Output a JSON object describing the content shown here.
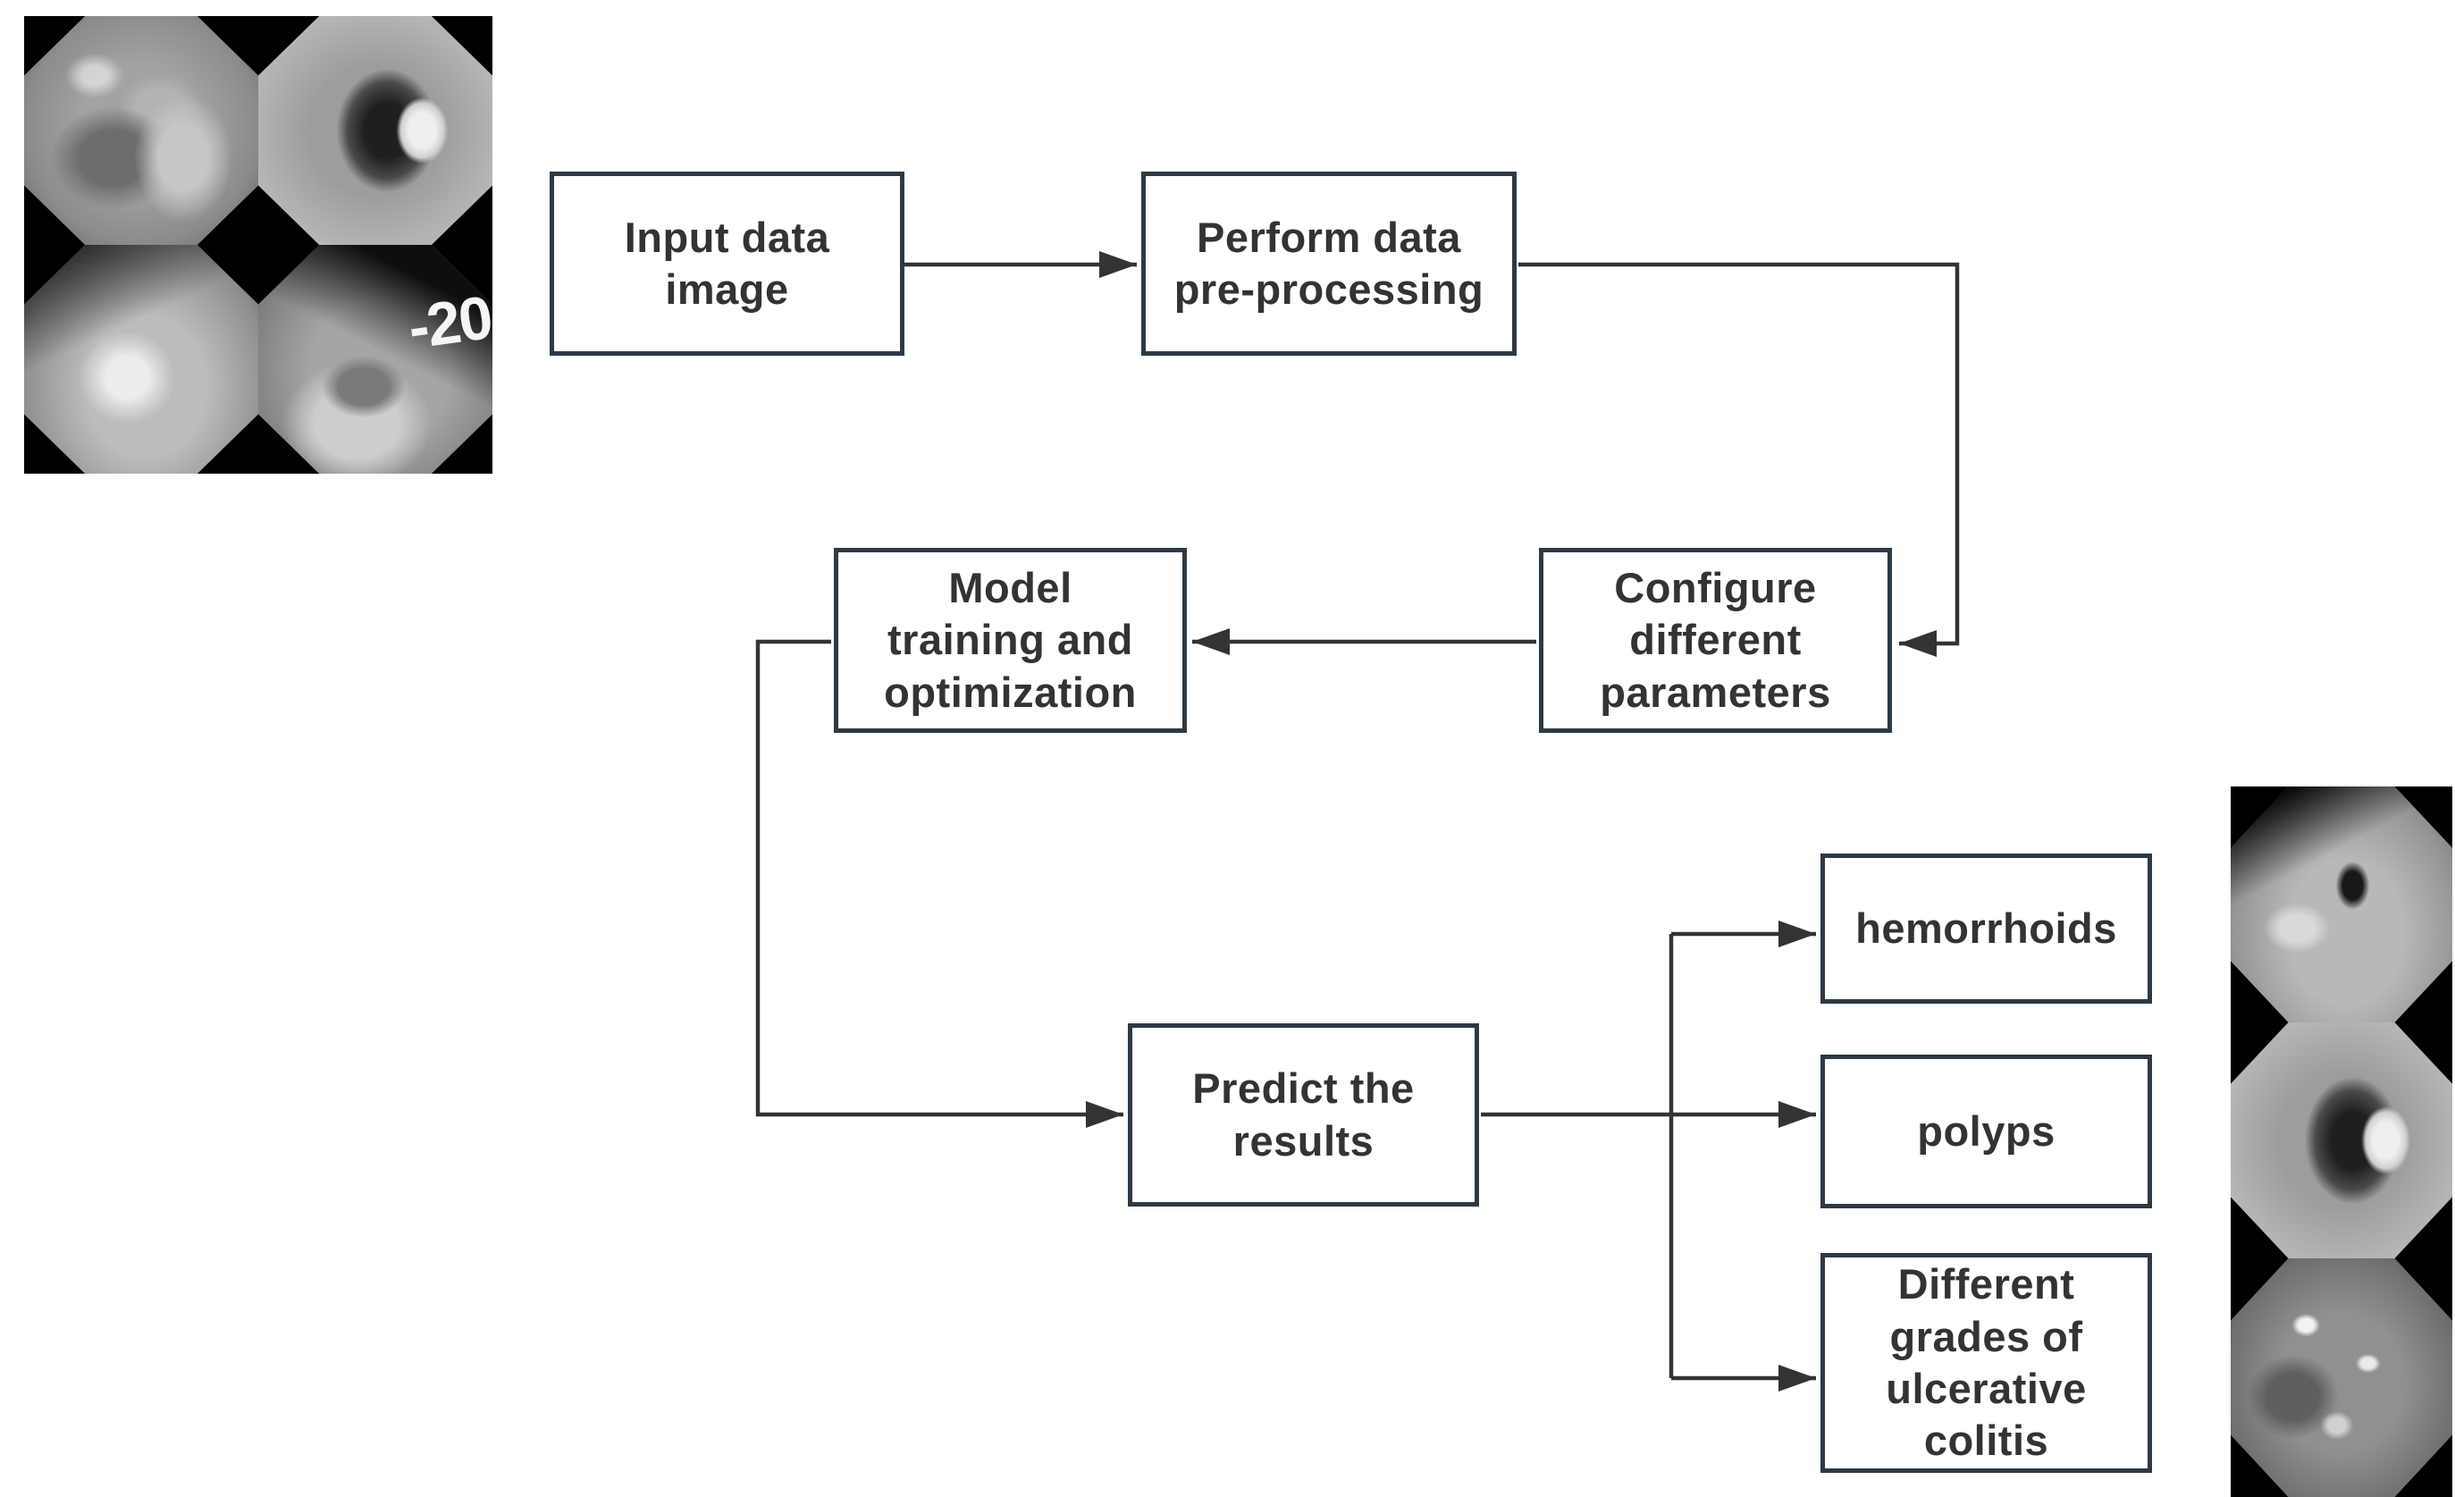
{
  "diagram": {
    "nodes": {
      "input": {
        "label": "Input data\nimage"
      },
      "preprocess": {
        "label": "Perform data\npre-processing"
      },
      "configure": {
        "label": "Configure\ndifferent\nparameters"
      },
      "train": {
        "label": "Model\ntraining and\noptimization"
      },
      "predict": {
        "label": "Predict the\nresults"
      },
      "hemorrhoids": {
        "label": "hemorrhoids"
      },
      "polyps": {
        "label": "polyps"
      },
      "colitis": {
        "label": "Different\ngrades of\nulcerative\ncolitis"
      }
    },
    "edges": [
      {
        "from": "input",
        "to": "preprocess"
      },
      {
        "from": "preprocess",
        "to": "configure"
      },
      {
        "from": "configure",
        "to": "train"
      },
      {
        "from": "train",
        "to": "predict"
      },
      {
        "from": "predict",
        "to": "hemorrhoids"
      },
      {
        "from": "predict",
        "to": "polyps"
      },
      {
        "from": "predict",
        "to": "colitis"
      }
    ],
    "images": {
      "input_grid_description": "four grayscale endoscopy sample images in a 2x2 grid",
      "output_stack_description": "three stacked grayscale endoscopy result images",
      "overlay_text": "-20"
    },
    "colors": {
      "box_border": "#2d3a45",
      "box_fill": "#ffffff",
      "label_color": "#333333",
      "arrow_color": "#333333",
      "canvas_bg": "#ffffff",
      "image_bg": "#000000",
      "overlay_text_color": "#f5f5f5"
    }
  }
}
